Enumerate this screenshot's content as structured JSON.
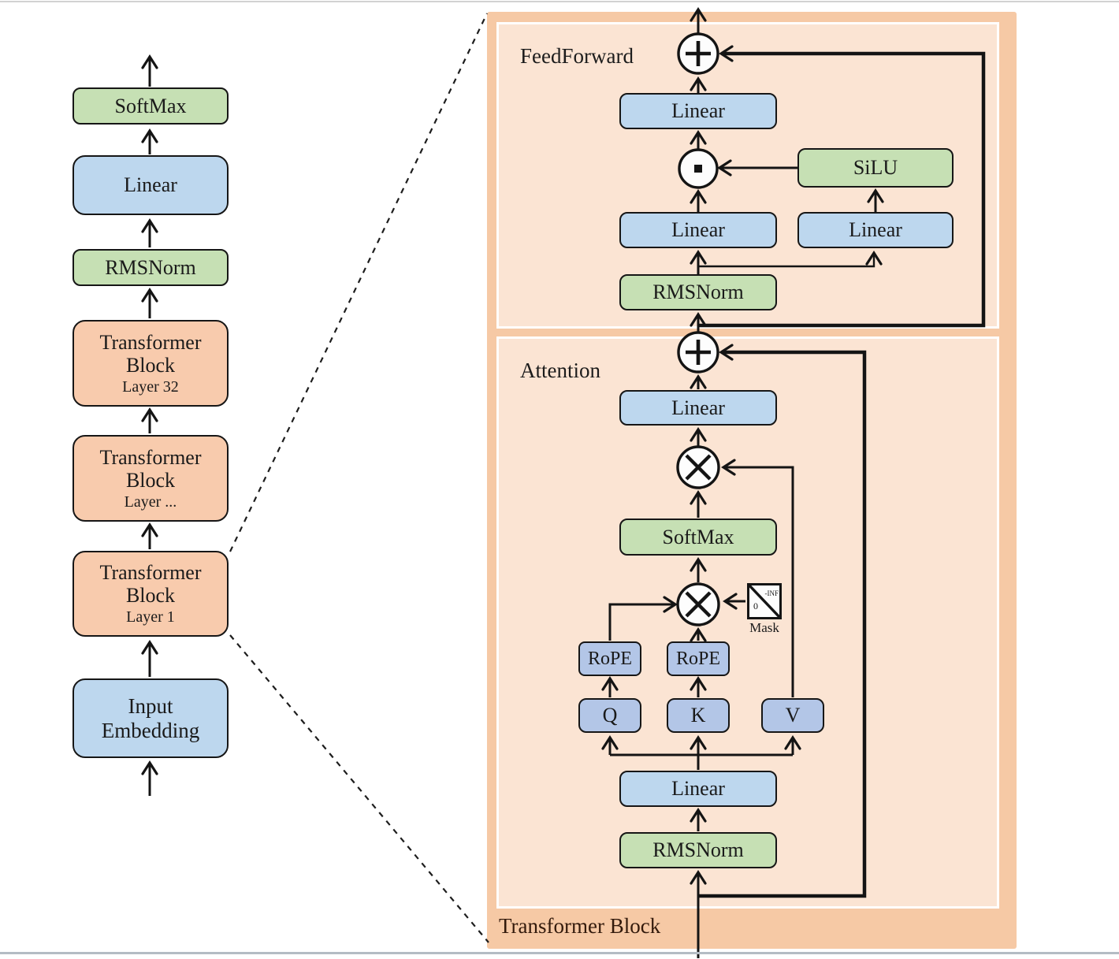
{
  "left_column": {
    "softmax": "SoftMax",
    "linear": "Linear",
    "rmsnorm": "RMSNorm",
    "transformer_block_title": "Transformer Block",
    "layer_32": "Layer 32",
    "layer_dots": "Layer ...",
    "layer_1": "Layer 1",
    "input_embedding": "Input Embedding"
  },
  "right_panel": {
    "title": "Transformer Block",
    "feedforward": {
      "section_label": "FeedForward",
      "linear_out": "Linear",
      "linear_gate": "Linear",
      "linear_up": "Linear",
      "silu": "SiLU",
      "rmsnorm": "RMSNorm"
    },
    "attention": {
      "section_label": "Attention",
      "linear_out": "Linear",
      "softmax": "SoftMax",
      "rope_q": "RoPE",
      "rope_k": "RoPE",
      "q": "Q",
      "k": "K",
      "v": "V",
      "linear_in": "Linear",
      "rmsnorm": "RMSNorm",
      "mask_caption": "Mask",
      "mask_neg_inf": "-INF",
      "mask_zero": "0"
    }
  },
  "colors": {
    "panel_outer": "#f6c9a5",
    "panel_inner": "#fbe4d3",
    "block_orange": "#f8cbad",
    "block_blue": "#bdd7ee",
    "block_periwinkle": "#b3c6e7",
    "block_green": "#c6e0b4",
    "line": "#141414"
  }
}
